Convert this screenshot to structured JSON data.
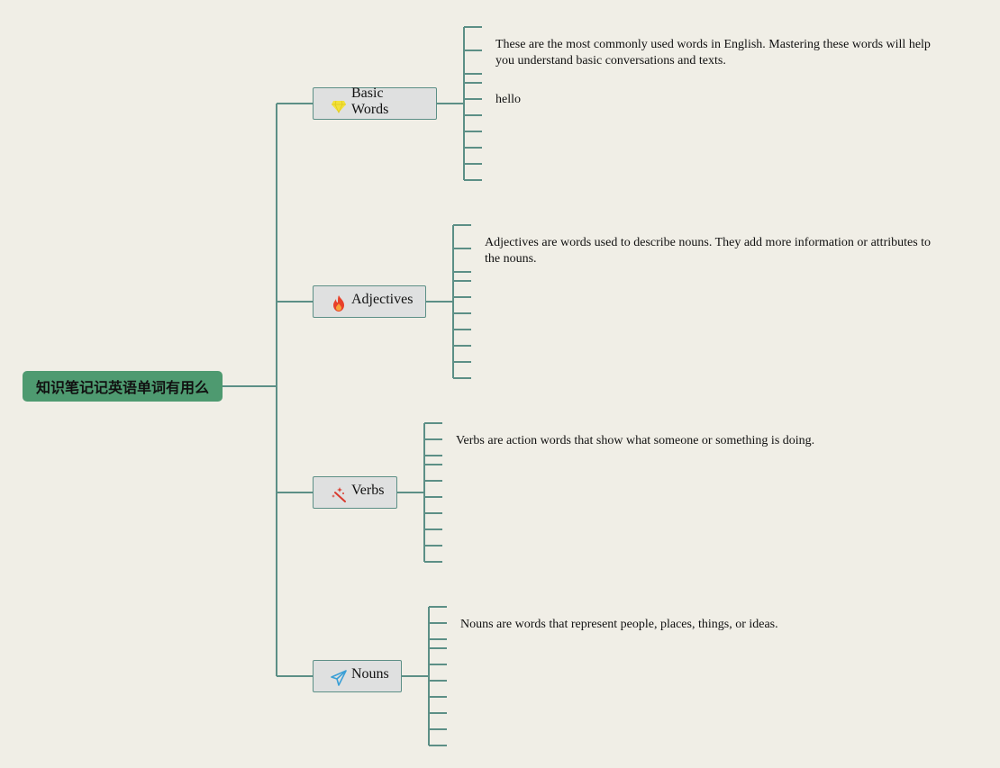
{
  "root": {
    "label": "知识笔记记英语单词有用么"
  },
  "branches": [
    {
      "label": "Basic Words",
      "icon": "diamond-icon",
      "icon_color": "#f2e23a",
      "notes": [
        "These are the most commonly used words in English. Mastering these words will help you understand basic conversations and texts.",
        "hello"
      ]
    },
    {
      "label": "Adjectives",
      "icon": "fire-icon",
      "icon_color": "#e8402a",
      "notes": [
        "Adjectives are words used to describe nouns. They add more information or attributes to the nouns."
      ]
    },
    {
      "label": "Verbs",
      "icon": "magic-wand-icon",
      "icon_color": "#d93a2e",
      "notes": [
        "Verbs are action words that show what someone or something is doing."
      ]
    },
    {
      "label": "Nouns",
      "icon": "paper-plane-icon",
      "icon_color": "#3a9fd6",
      "notes": [
        "Nouns are words that represent people, places, things, or ideas."
      ]
    }
  ],
  "colors": {
    "background": "#f0eee6",
    "connector": "#5c8f86",
    "root_fill": "#4e9a70",
    "branch_fill": "#dfe0e0"
  }
}
